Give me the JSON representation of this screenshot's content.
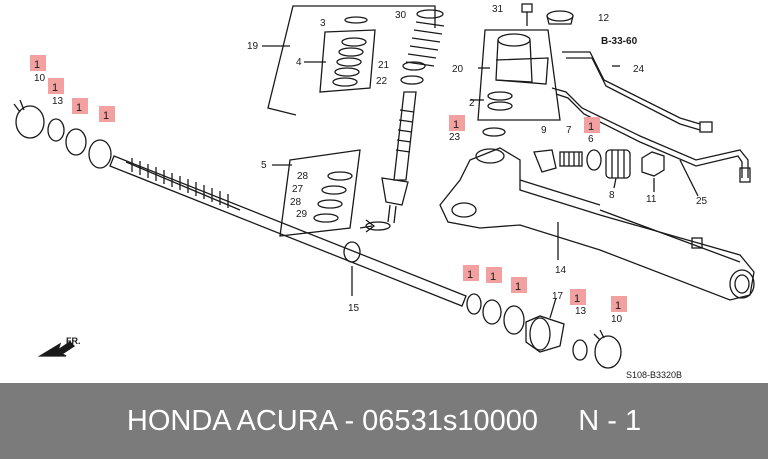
{
  "colors": {
    "background": "#ffffff",
    "line": "#1a1a1a",
    "badge": "#f2a0a0",
    "footer_bg": "#7b7b7b",
    "footer_text": "#ffffff"
  },
  "diagram": {
    "drawing_code": "S108-B3320B",
    "direction_label": "FR.",
    "reference_label": "B-33-60",
    "callouts": [
      "19",
      "3",
      "30",
      "31",
      "12",
      "4",
      "21",
      "22",
      "20",
      "2",
      "24",
      "10",
      "13",
      "23",
      "9",
      "7",
      "6",
      "5",
      "28",
      "27",
      "28",
      "29",
      "8",
      "11",
      "25",
      "14",
      "15",
      "17",
      "13",
      "10"
    ],
    "badges": [
      "1",
      "1",
      "1",
      "1",
      "1",
      "1",
      "1",
      "1",
      "1",
      "1",
      "1",
      "1"
    ]
  },
  "footer": {
    "text": "HONDA ACURA - 06531s10000     N - 1"
  }
}
